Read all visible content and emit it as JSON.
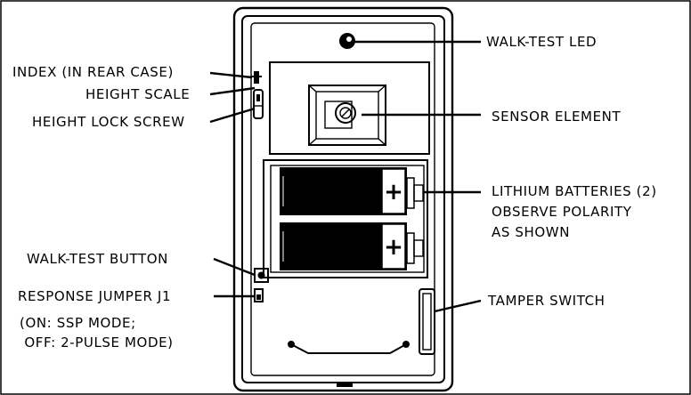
{
  "labels": {
    "walk_test_led": "WALK-TEST LED",
    "index": "INDEX (IN REAR CASE)",
    "height_scale": "HEIGHT SCALE",
    "height_lock_screw": "HEIGHT LOCK SCREW",
    "sensor_element": "SENSOR ELEMENT",
    "lithium_batteries": [
      "LITHIUM BATTERIES (2)",
      "OBSERVE POLARITY",
      "AS SHOWN"
    ],
    "walk_test_button": "WALK-TEST BUTTON",
    "response_jumper": "RESPONSE JUMPER J1",
    "jumper_modes": [
      "(ON: SSP MODE;",
      " OFF: 2-PULSE MODE)"
    ],
    "tamper_switch": "TAMPER SWITCH"
  },
  "battery_polarity": [
    "+",
    "+"
  ]
}
